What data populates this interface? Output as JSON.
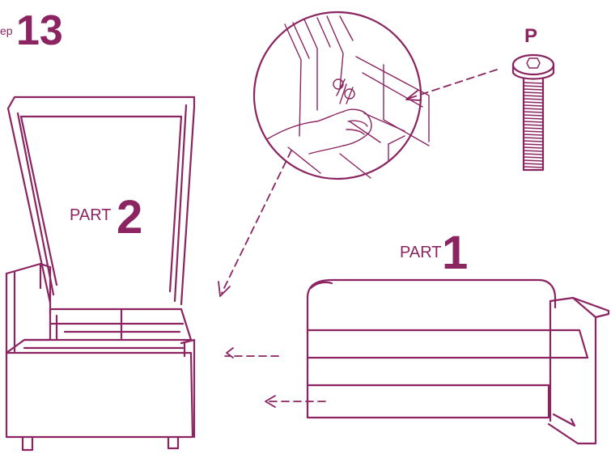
{
  "header": {
    "step_word": "ep",
    "step_number": "13"
  },
  "parts": {
    "left": {
      "word": "PART",
      "number": "2"
    },
    "right": {
      "word": "PART",
      "number": "1"
    }
  },
  "hardware": {
    "screw_label": "P",
    "screw_icon": "bolt-icon"
  },
  "colors": {
    "line": "#8b2460",
    "background": "#ffffff"
  }
}
